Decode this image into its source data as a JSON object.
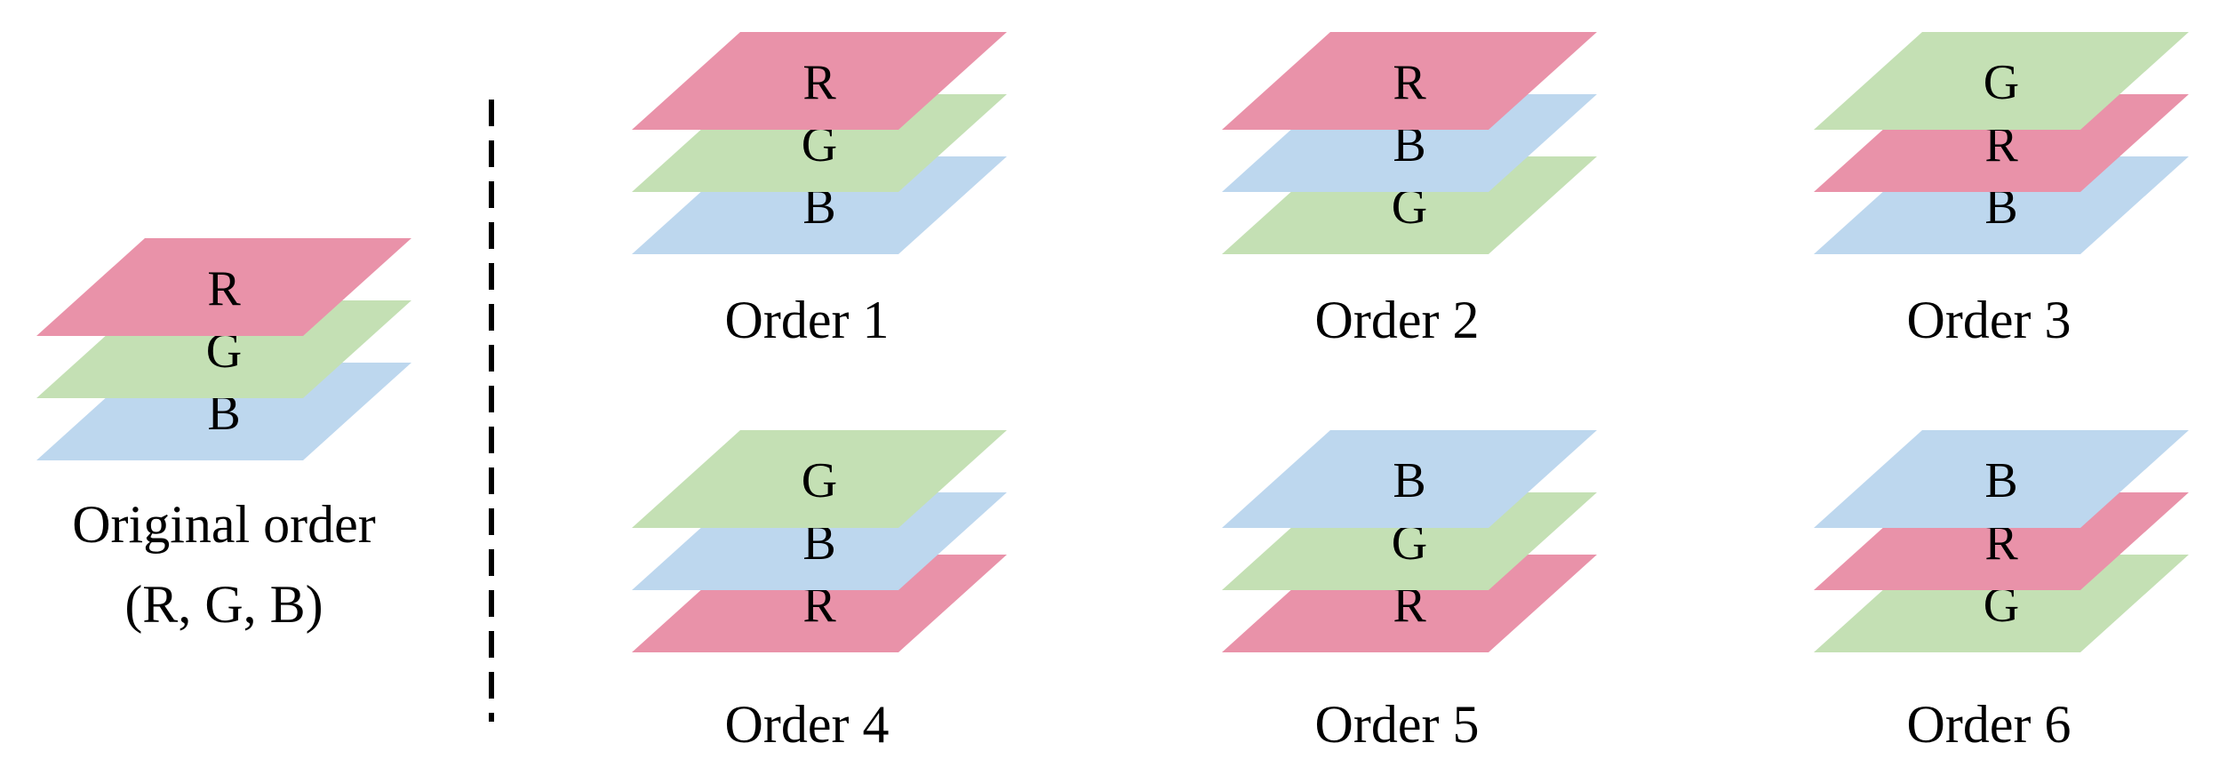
{
  "colors": {
    "R": "#E992A9",
    "G": "#C4E0B4",
    "B": "#BDD7EE",
    "divider": "#000000",
    "text": "#000000"
  },
  "original": {
    "layers": [
      "R",
      "G",
      "B"
    ],
    "caption_line1": "Original order",
    "caption_line2": "(R, G, B)"
  },
  "orders": [
    {
      "layers": [
        "R",
        "G",
        "B"
      ],
      "caption": "Order 1"
    },
    {
      "layers": [
        "R",
        "B",
        "G"
      ],
      "caption": "Order 2"
    },
    {
      "layers": [
        "G",
        "R",
        "B"
      ],
      "caption": "Order 3"
    },
    {
      "layers": [
        "G",
        "B",
        "R"
      ],
      "caption": "Order 4"
    },
    {
      "layers": [
        "B",
        "G",
        "R"
      ],
      "caption": "Order 5"
    },
    {
      "layers": [
        "B",
        "R",
        "G"
      ],
      "caption": "Order 6"
    }
  ]
}
